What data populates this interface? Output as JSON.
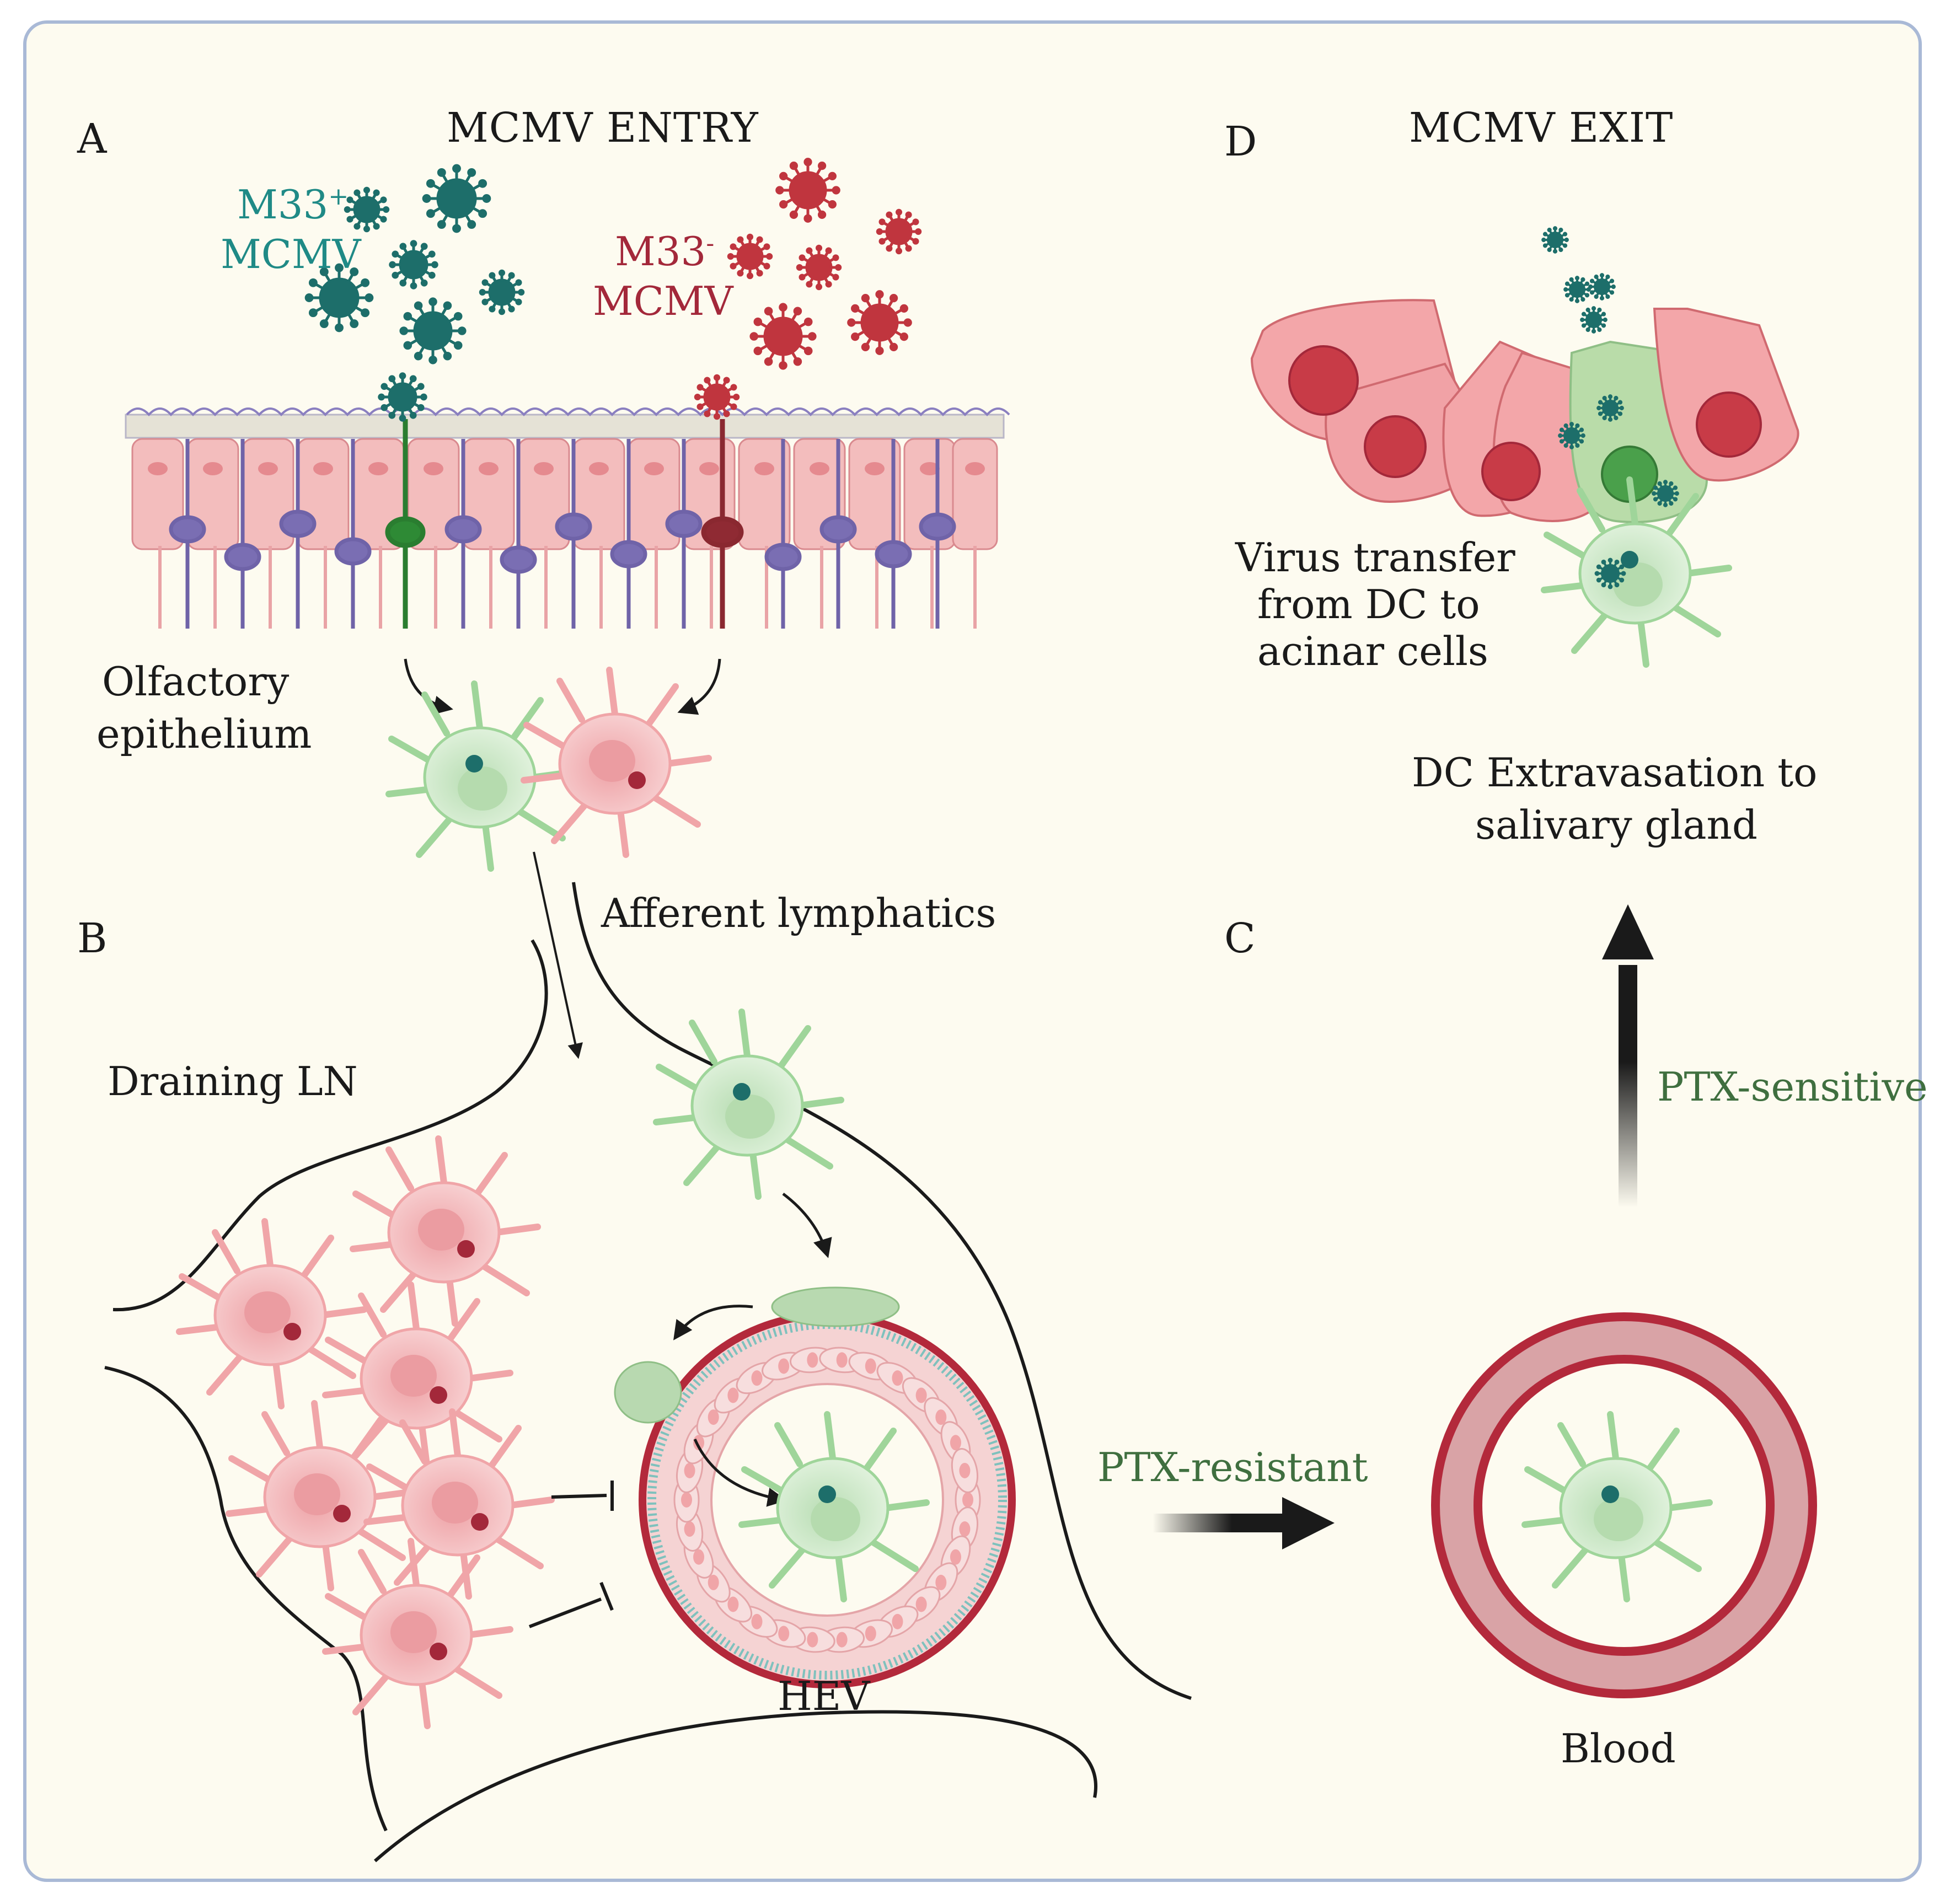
{
  "panels": {
    "a": {
      "letter": "A",
      "title": "MCMV ENTRY"
    },
    "b": {
      "letter": "B"
    },
    "c": {
      "letter": "C"
    },
    "d": {
      "letter": "D",
      "title": "MCMV EXIT"
    }
  },
  "virus_labels": {
    "m33_pos_base": "M33",
    "m33_pos_sup": "+",
    "m33_pos_sub": "MCMV",
    "m33_neg_base": "M33",
    "m33_neg_sup": "-",
    "m33_neg_sub": "MCMV"
  },
  "labels": {
    "olfactory_1": "Olfactory",
    "olfactory_2": "epithelium",
    "afferent": "Afferent lymphatics",
    "draining_ln": "Draining LN",
    "hev": "HEV",
    "ptx_resistant": "PTX-resistant",
    "blood": "Blood",
    "ptx_sensitive": "PTX-sensitive",
    "dc_extrav_1": "DC Extravasation to",
    "dc_extrav_2": "salivary gland",
    "virus_transfer_1": "Virus transfer",
    "virus_transfer_2": "from DC to",
    "virus_transfer_3": "acinar cells"
  },
  "colors": {
    "background": "#fdfbf0",
    "frame": "#a9b9d6",
    "teal_virus": "#1d6e6a",
    "maroon_virus": "#c0353e",
    "pink_cell": "#f4b7b9",
    "green_cell": "#cfeacb",
    "purple_neuron": "#6f63a8",
    "vessel_red": "#b3293b"
  }
}
